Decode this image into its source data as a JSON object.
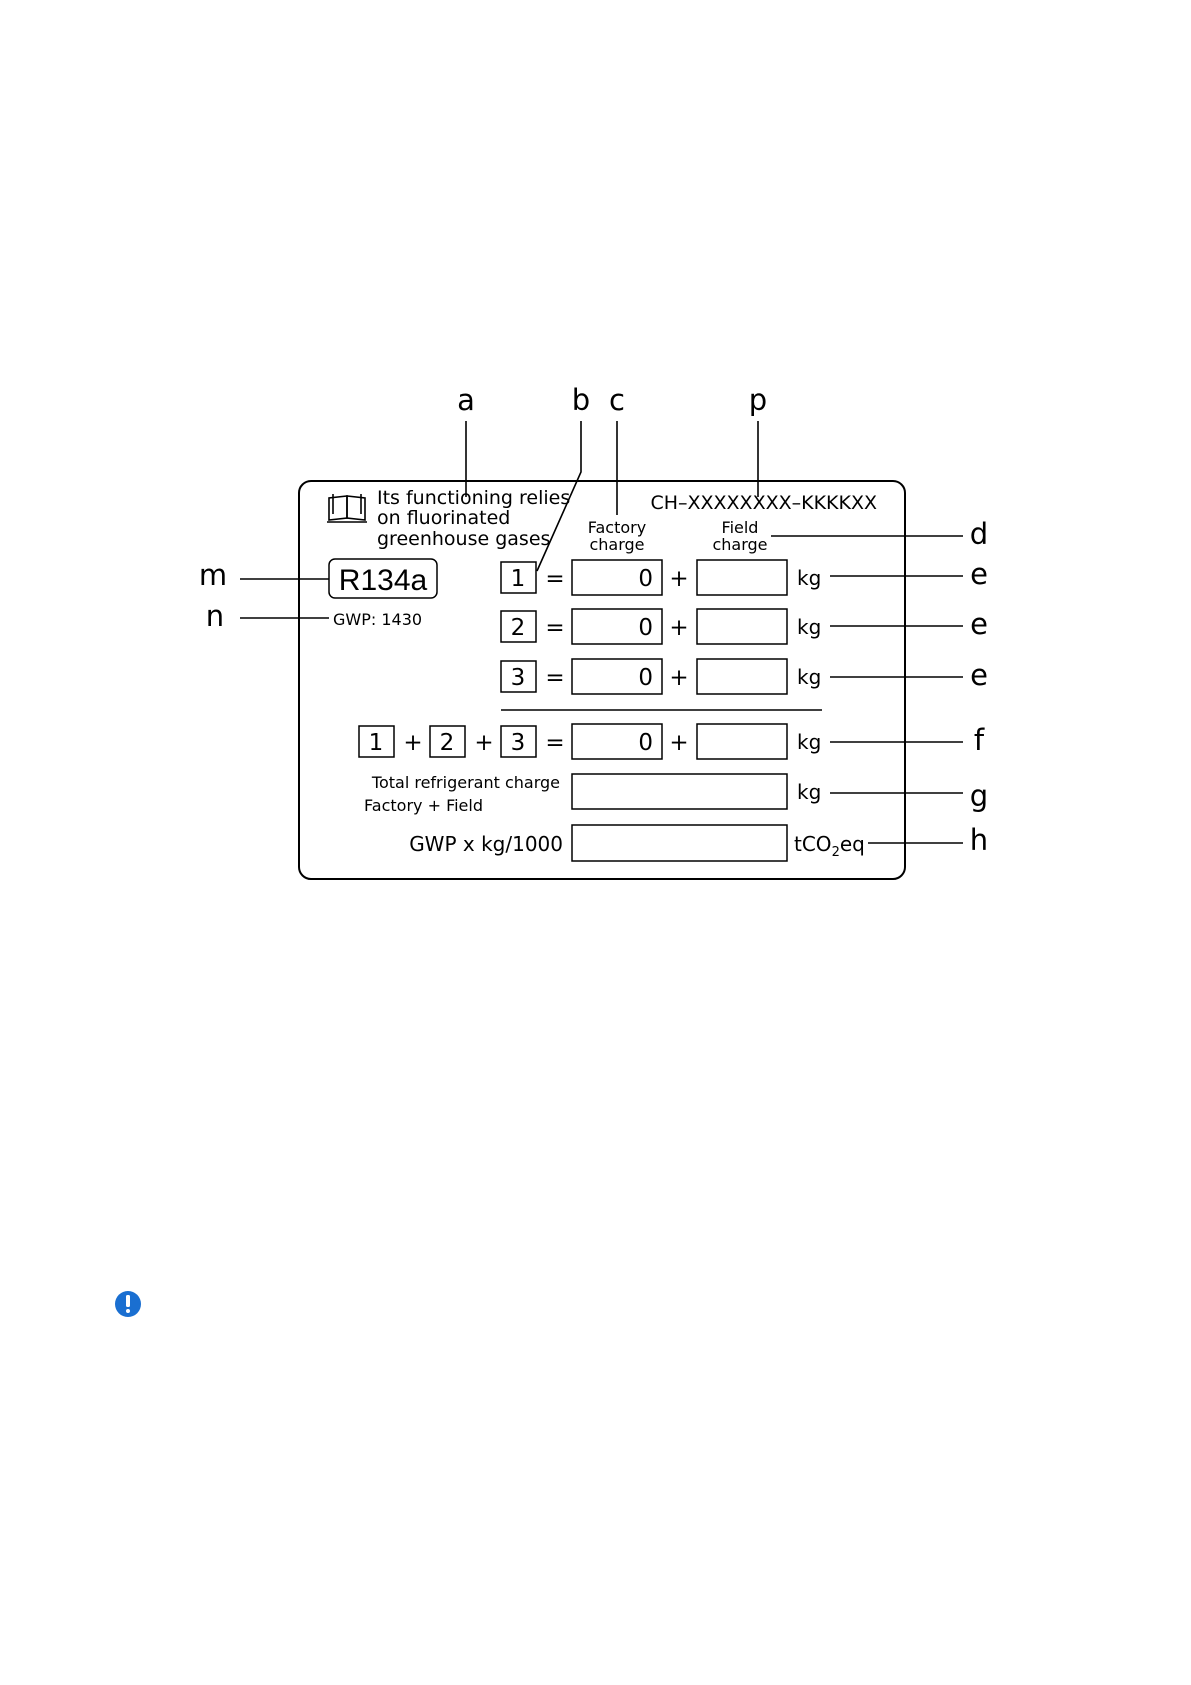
{
  "callouts": {
    "a": "a",
    "b": "b",
    "c": "c",
    "p": "p",
    "d": "d",
    "m": "m",
    "n": "n",
    "e": "e",
    "f": "f",
    "g": "g",
    "h": "h"
  },
  "label": {
    "notice_line1": "Its functioning relies",
    "notice_line2": "on fluorinated",
    "notice_line3": "greenhouse gases",
    "code": "CH–XXXXXXXX–KKKKXX",
    "factory_header_1": "Factory",
    "factory_header_2": "charge",
    "field_header_1": "Field",
    "field_header_2": "charge",
    "refrigerant": "R134a",
    "gwp": "GWP: 1430",
    "total_line1": "Total refrigerant charge",
    "total_line2": "Factory + Field",
    "gwp_formula": "GWP x kg/1000",
    "unit_kg": "kg",
    "unit_co2_pre": "tCO",
    "unit_co2_sub": "2",
    "unit_co2_post": "eq",
    "equals": "=",
    "plus": "+"
  },
  "circuits": [
    {
      "id": "1",
      "factory": "0",
      "field": ""
    },
    {
      "id": "2",
      "factory": "0",
      "field": ""
    },
    {
      "id": "3",
      "factory": "0",
      "field": ""
    }
  ],
  "sum_row": {
    "terms": [
      "1",
      "2",
      "3"
    ],
    "factory": "0",
    "field": ""
  },
  "total_charge": "",
  "co2_equivalent": "",
  "colors": {
    "warning_icon": "#1a6fd1"
  }
}
